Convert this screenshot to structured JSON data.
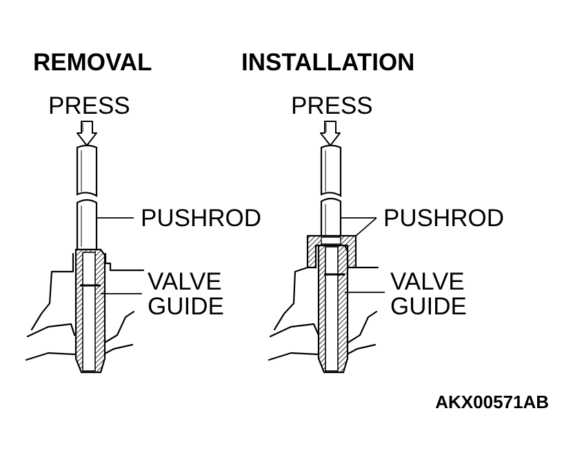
{
  "removal": {
    "heading": "REMOVAL",
    "press": "PRESS",
    "pushrod": "PUSHROD",
    "valve": "VALVE",
    "guide": "GUIDE"
  },
  "installation": {
    "heading": "INSTALLATION",
    "press": "PRESS",
    "pushrod": "PUSHROD",
    "valve": "VALVE",
    "guide": "GUIDE"
  },
  "figure_code": "AKX00571AB",
  "colors": {
    "ink": "#000000",
    "paper": "#ffffff"
  }
}
